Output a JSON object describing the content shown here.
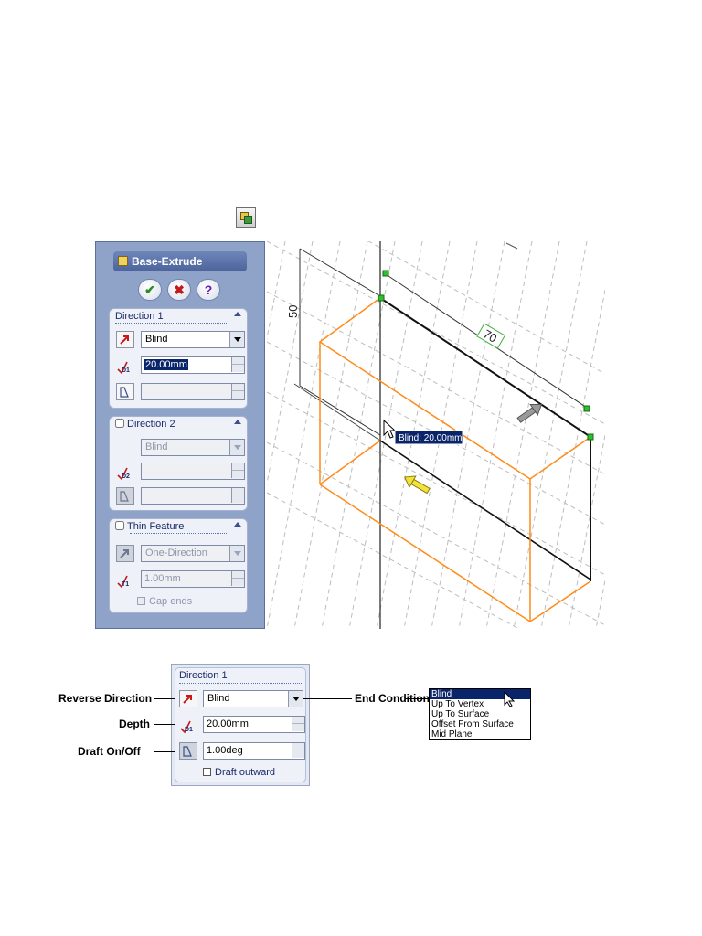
{
  "property_manager": {
    "title": "Base-Extrude",
    "buttons": {
      "ok": "✔",
      "cancel": "✖",
      "help": "?"
    },
    "direction1": {
      "header": "Direction 1",
      "end_condition": "Blind",
      "depth": "20.00mm"
    },
    "direction2": {
      "header": "Direction 2",
      "end_condition": "Blind"
    },
    "thin_feature": {
      "header": "Thin Feature",
      "type": "One-Direction",
      "thickness": "1.00mm",
      "cap_ends": "Cap ends"
    }
  },
  "graphics": {
    "dim_height": "50",
    "dim_length": "70",
    "tooltip": "Blind: 20.00mm"
  },
  "callout": {
    "header": "Direction 1",
    "end_condition": "Blind",
    "depth": "20.00mm",
    "draft_angle": "1.00deg",
    "draft_outward": "Draft outward",
    "labels": {
      "reverse_direction": "Reverse Direction",
      "depth": "Depth",
      "draft": "Draft On/Off",
      "end_condition": "End Condition"
    }
  },
  "end_condition_list": [
    "Blind",
    "Up To Vertex",
    "Up To Surface",
    "Offset From Surface",
    "Mid Plane"
  ],
  "colors": {
    "sketch_orange": "#ff8c1a",
    "selection": "#0a246a",
    "panel": "#8fa3c9"
  }
}
